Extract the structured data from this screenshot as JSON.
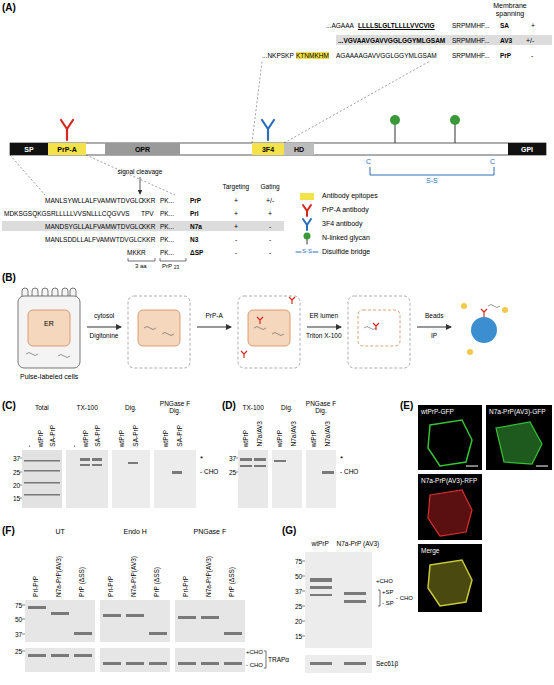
{
  "diagram": {
    "nodes": [
      {
        "text": [
          "SP"
        ]
      },
      {
        "text": [
          "PrP-A"
        ]
      },
      {
        "text": [
          "OPR"
        ]
      },
      {
        "text": [
          "3F4"
        ]
      },
      {
        "text": [
          "HD"
        ]
      },
      {
        "text": [
          "GPI"
        ]
      }
    ],
    "labels": [
      "(A)",
      "Membrane spanning",
      "...AGAAA",
      "LLLLSLGLTLLLLVVCVIG",
      "SRPMMHF...",
      "SA",
      "+",
      "...VGVAAVGAVVGGLGGYMLGSAM",
      "SRPMMHF...",
      "AV3",
      "+/-",
      "...NKPSKP",
      "KTNMKHM",
      "AGAAAAGAVVGGLGGYMLGSAM",
      "SRPMMHF...",
      "PrP",
      "-",
      "C",
      "C",
      "S-S",
      "signal cleavage",
      "Targeting",
      "Gating",
      "MANLSYWLLALFVAMWTDVGLC",
      "KKR",
      "PK...",
      "PrP",
      "+",
      "+/-",
      "MDKSGSQKGSRLLLLLVVSNLLLCQGVVS",
      "TPV",
      "PK...",
      "PrI",
      "+",
      "+",
      "MANDSYGLLALFVAMWTDVGLC",
      "KKR",
      "PK...",
      "N7a",
      "+",
      "-",
      "MANLSDDLLALFVAMWTDVGLC",
      "KKR",
      "PK...",
      "N3",
      "-",
      "-",
      "MKKR",
      "PK...",
      "ΔSP",
      "-",
      "-",
      "3 aa",
      "PrP",
      "23",
      "(B)",
      "ER",
      "Pulse-labeled cells",
      "cytosol",
      "Digitonine",
      "PrP-A",
      "ER lumen",
      "Triton X-100",
      "Beads",
      "IP",
      "(C)",
      "Total",
      "TX-100",
      "Dig.",
      "PNGase F Dig.",
      "-",
      "wtPrP",
      "SA-PrP",
      "-",
      "wtPrP",
      "SA-PrP",
      "wtPrP",
      "SA-PrP",
      "wtPrP",
      "SA-PrP",
      "37",
      "25",
      "20",
      "15",
      "*",
      "- CHO",
      "(D)",
      "TX-100",
      "Dig.",
      "PNGase F Dig.",
      "wtPrP",
      "N7a/AV3",
      "wtPrP",
      "N7a/AV3",
      "wtPrP",
      "N7a/AV3",
      "37",
      "25",
      "*",
      "- CHO",
      "(E)",
      "wtPrP-GFP",
      "N7a-PrP(AV3)-GFP",
      "N7a-PrP(AV3)-RFP",
      "Merge",
      "(F)",
      "UT",
      "Endo H",
      "PNGase F",
      "Prl-PrP",
      "N7a-PrP(AV3)",
      "PrP (ΔSS)",
      "Prl-PrP",
      "N7a-PrP(AV3)",
      "PrP (ΔSS)",
      "Prl-PrP",
      "N7a-PrP(AV3)",
      "PrP (ΔSS)",
      "75",
      "50",
      "37",
      "25",
      "+CHO",
      "- CHO",
      "TRAPα",
      "(G)",
      "wtPrP",
      "N7a-PrP (AV3)",
      "75",
      "50",
      "37",
      "25",
      "20",
      "15",
      "+CHO",
      "+SP",
      "- SP",
      "- CHO",
      "Sec61β",
      "S-S"
    ],
    "legend": [
      {
        "text": "Antibody epitopes",
        "color": "#f3e24a"
      },
      {
        "text": "PrP-A antibody"
      },
      {
        "text": "3F4 antibody"
      },
      {
        "text": "N-linked glycan"
      },
      {
        "text": "Disulfide bridge"
      }
    ]
  }
}
